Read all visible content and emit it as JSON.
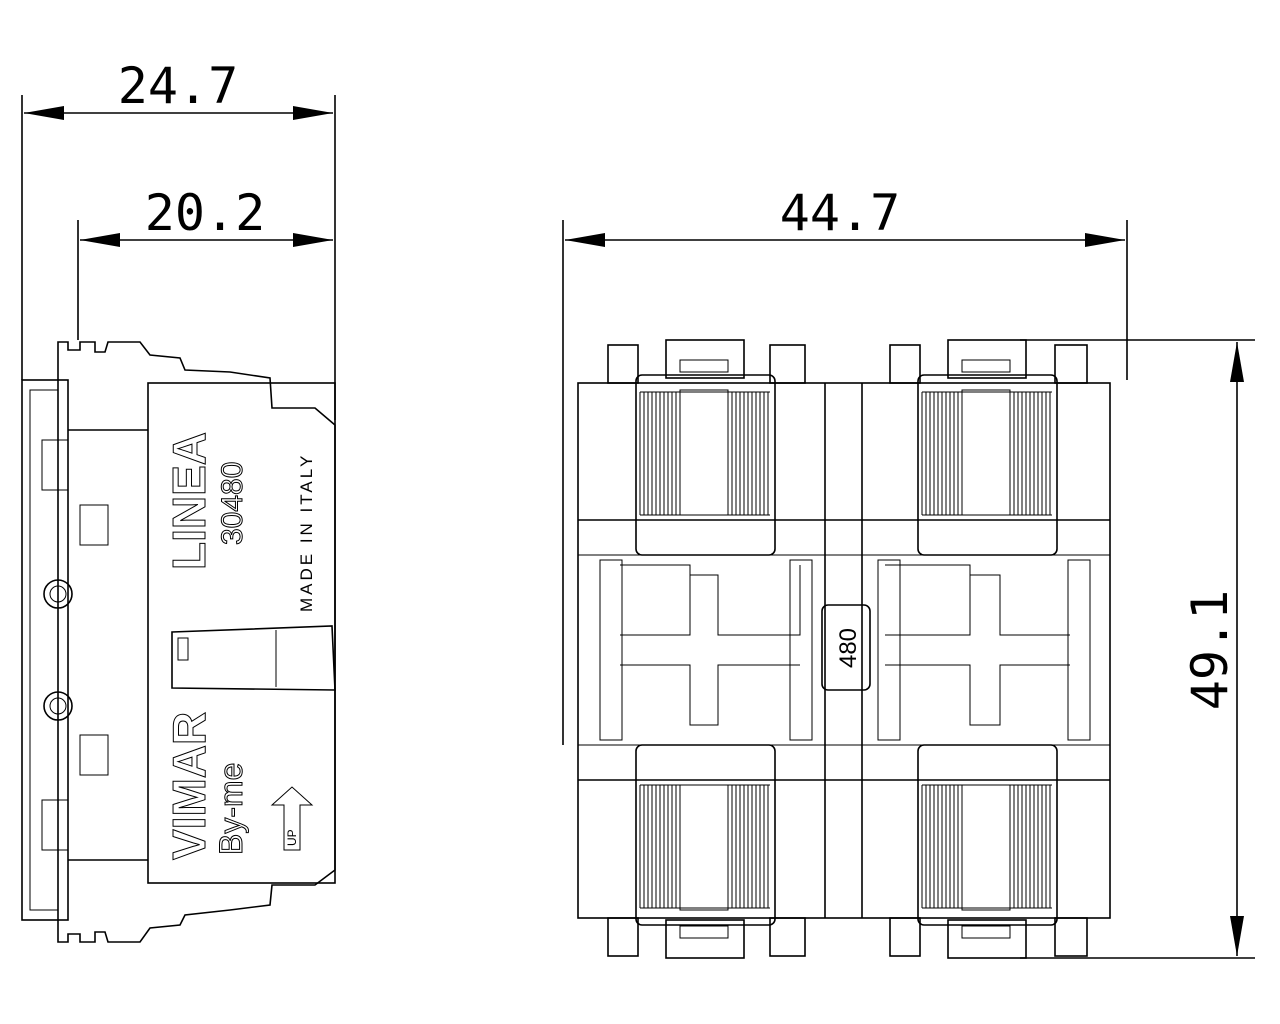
{
  "dimensions": {
    "side_total_depth": "24.7",
    "side_body_depth": "20.2",
    "front_width": "44.7",
    "front_height": "49.1"
  },
  "side_view": {
    "series_label": "LINEA",
    "code": "30480",
    "origin": "MADE IN ITALY",
    "brand": "VIMAR",
    "system": "By-me",
    "arrow_label": "UP"
  },
  "front_view": {
    "center_code": "480"
  }
}
